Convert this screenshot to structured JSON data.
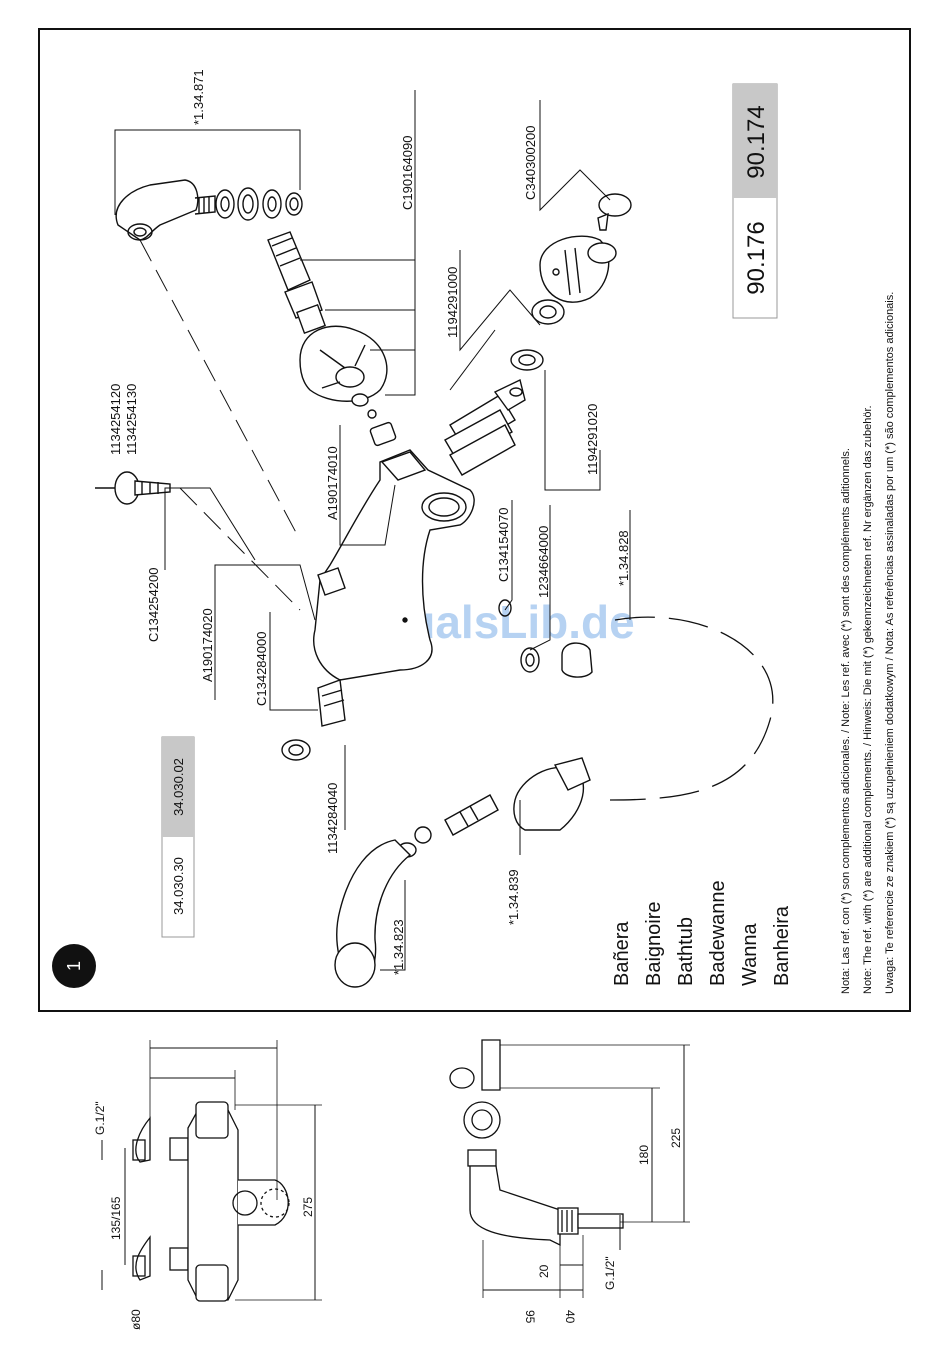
{
  "section_number": "1",
  "models": {
    "left": [
      "34.030.30",
      "34.030.02"
    ],
    "right": [
      "90.176",
      "90.174"
    ],
    "highlight_color": "#c8c8c8"
  },
  "product_names": [
    "Bañera",
    "Baignoire",
    "Bathtub",
    "Badewanne",
    "Wanna",
    "Banheira"
  ],
  "part_refs": {
    "p1": "1134254120",
    "p2": "1134254130",
    "p3": "C134254200",
    "p4": "A190174020",
    "p5": "C134284000",
    "p6": "1134284040",
    "p7": "*1.34.823",
    "p8": "*1.34.839",
    "p9": "A190174010",
    "p10": "C134154070",
    "p11": "1234664000",
    "p12": "*1.34.828",
    "p13": "*1.34.871",
    "p14": "C190164090",
    "p15": "1194291000",
    "p16": "1194291020",
    "p17": "C340300200"
  },
  "notes": [
    "Nota: Las ref. con (*) son complementos adicionales.   /   Note: Les ref. avec (*) sont des compléments aditionnels.",
    "Note: The ref. with (*) are additional complements.   /   Hinweis: Die mit (*) gekennzeichneten ref. Nr ergänzen das zubehör.",
    "Uwaga: Te referencie ze znakiem (*) są uzupełnieniem dodatkowym  / Nota: As referências assinaladas por um (*) são complementos adicionais."
  ],
  "watermark": "ManualsLib.de",
  "dimensions": {
    "front": {
      "thread": "G.1/2\"",
      "spacing": "135/165",
      "diameter": "ø80",
      "width": "275"
    },
    "side": {
      "h1": "180",
      "h2": "225",
      "d1": "20",
      "d2": "95",
      "d3": "40",
      "thread": "G.1/2\""
    }
  }
}
